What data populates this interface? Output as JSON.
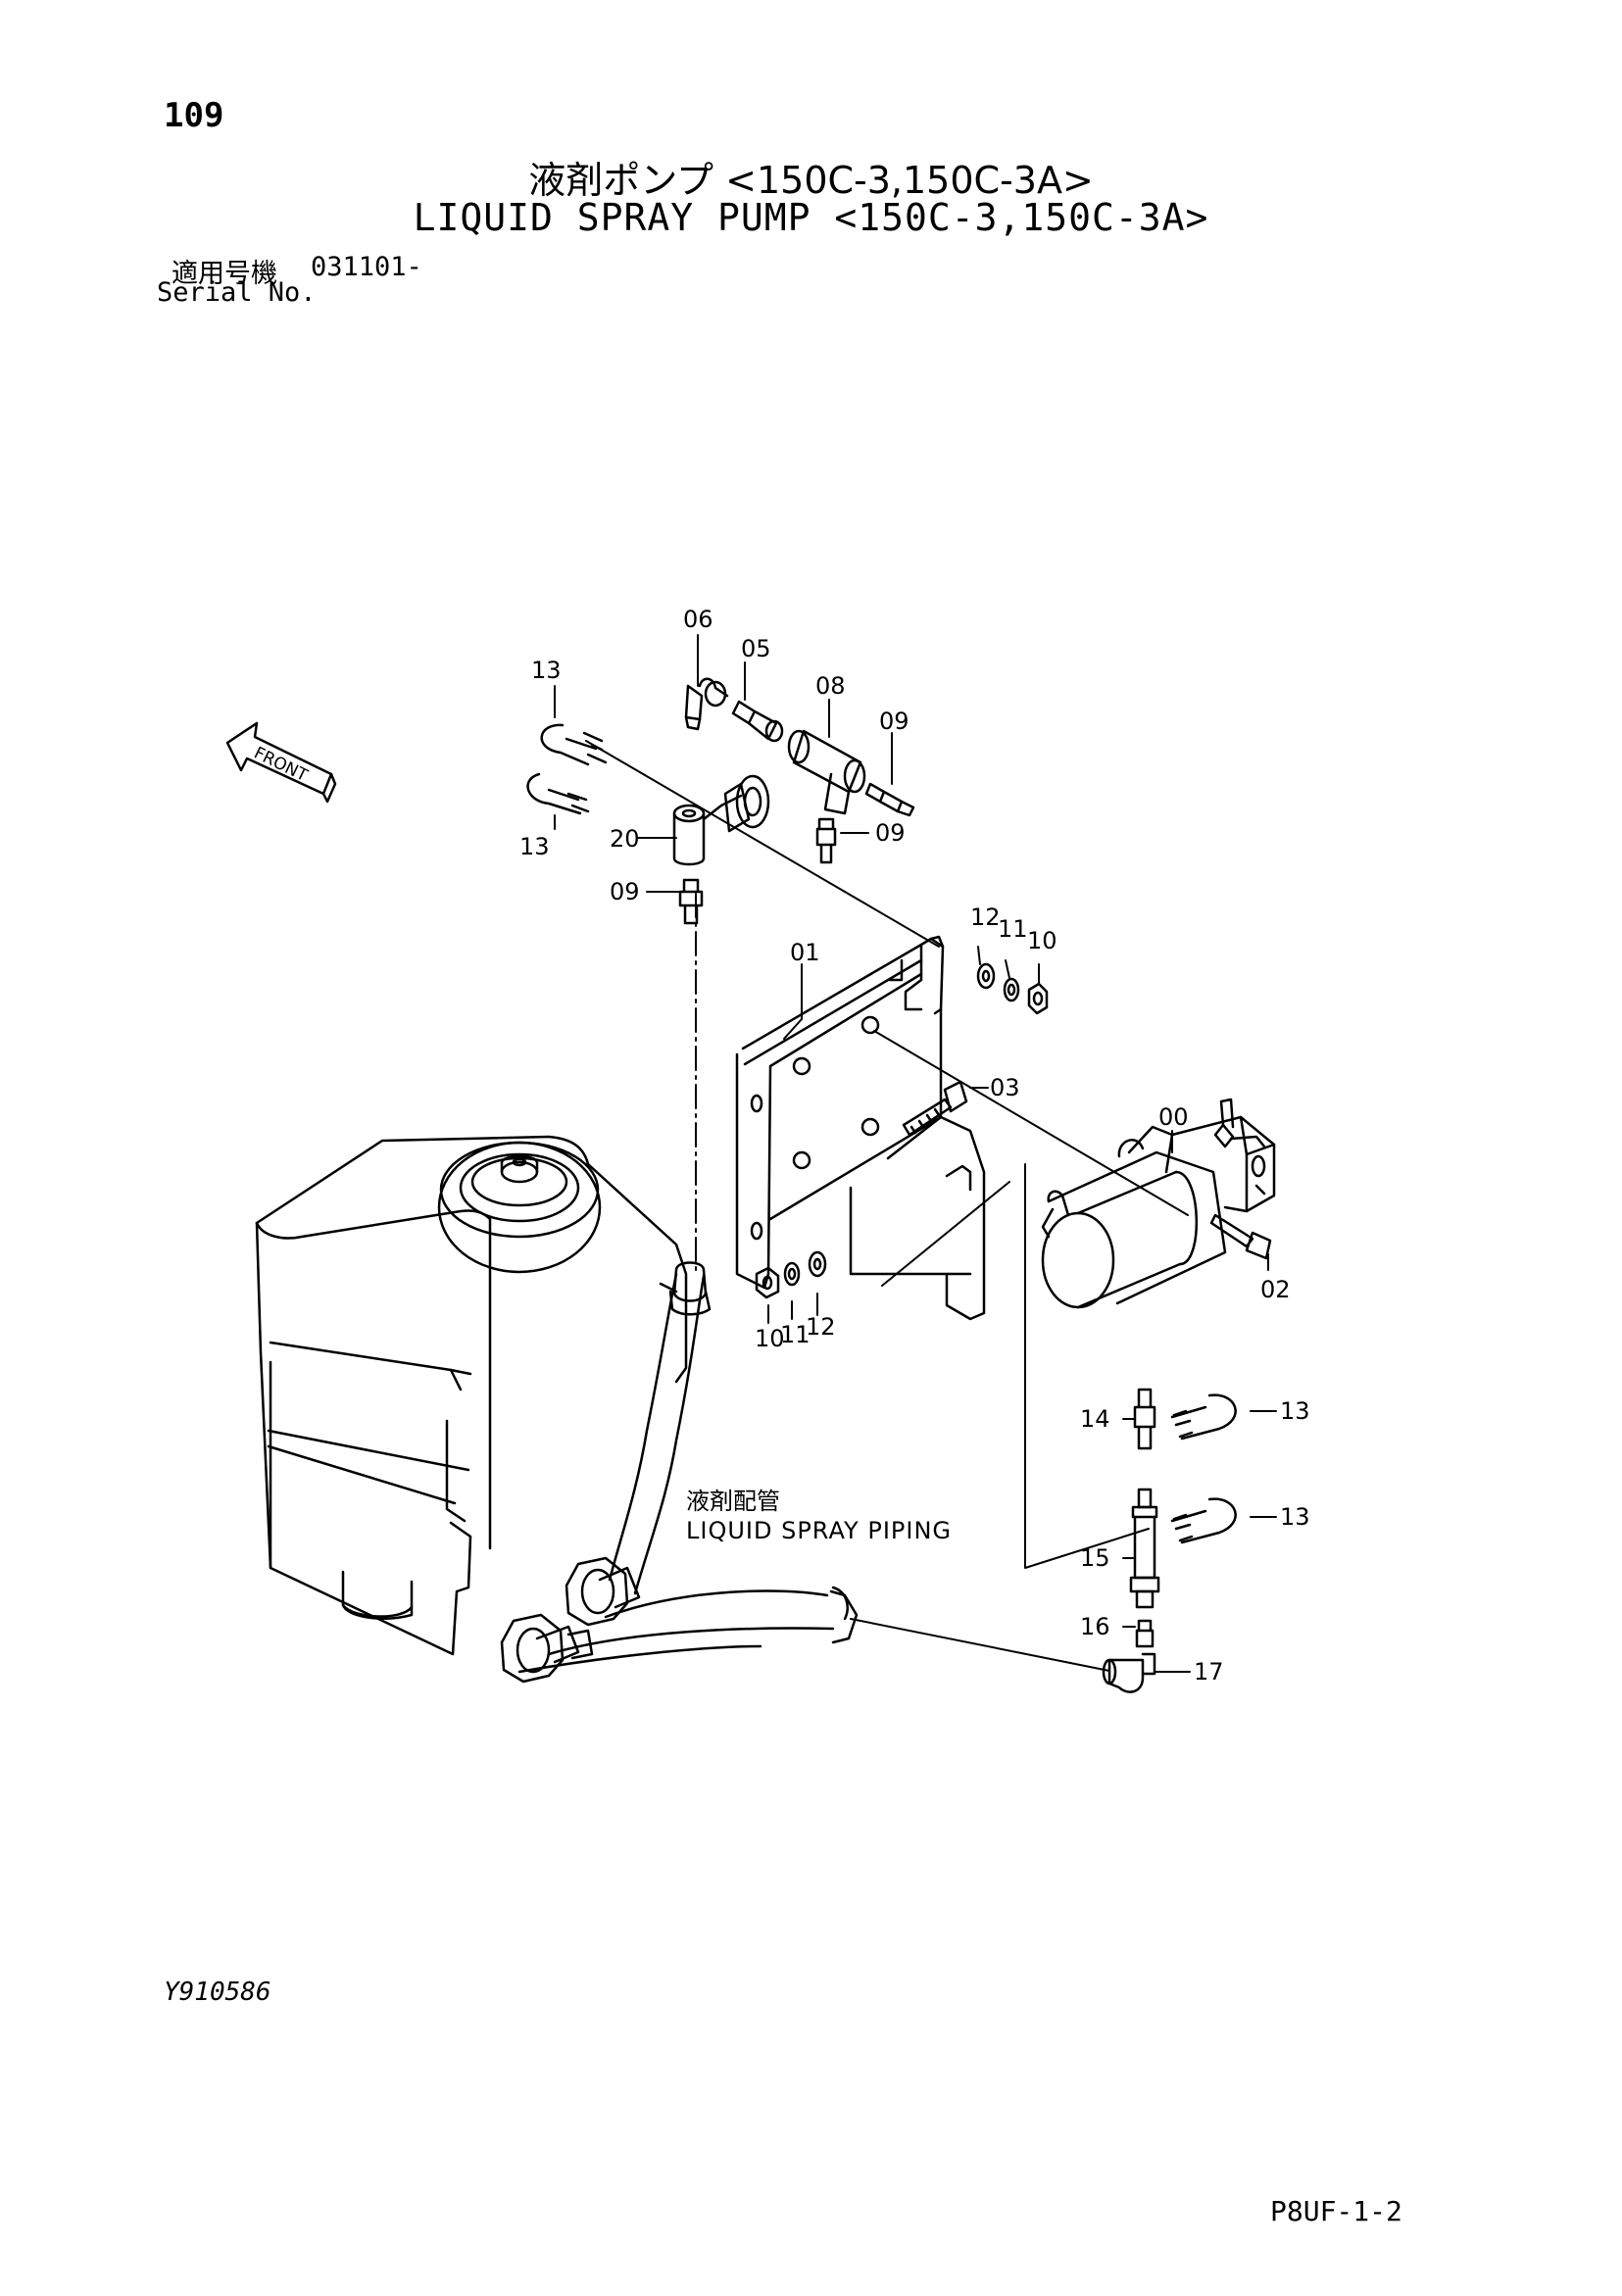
{
  "header": {
    "page_number": "109",
    "title_jp": "液剤ポンプ <150C-3,150C-3A>",
    "title_en": "LIQUID SPRAY PUMP <150C-3,150C-3A>",
    "serial_label_jp": "適用号機",
    "serial_value": "031101-",
    "serial_label_en": "Serial No."
  },
  "diagram": {
    "front_label": "FRONT",
    "piping_label_jp": "液剤配管",
    "piping_label_en": "LIQUID SPRAY PIPING",
    "callouts": {
      "c06": "06",
      "c05": "05",
      "c08": "08",
      "c09a": "09",
      "c09b": "09",
      "c09c": "09",
      "c13a": "13",
      "c13b": "13",
      "c13c": "13",
      "c13d": "13",
      "c20": "20",
      "c12a": "12",
      "c11a": "11",
      "c10a": "10",
      "c01": "01",
      "c03": "03",
      "c00": "00",
      "c02": "02",
      "c10b": "10",
      "c11b": "11",
      "c12b": "12",
      "c14": "14",
      "c15": "15",
      "c16": "16",
      "c17": "17"
    }
  },
  "footer": {
    "reference_code": "Y910586",
    "figure_code": "P8UF-1-2"
  }
}
